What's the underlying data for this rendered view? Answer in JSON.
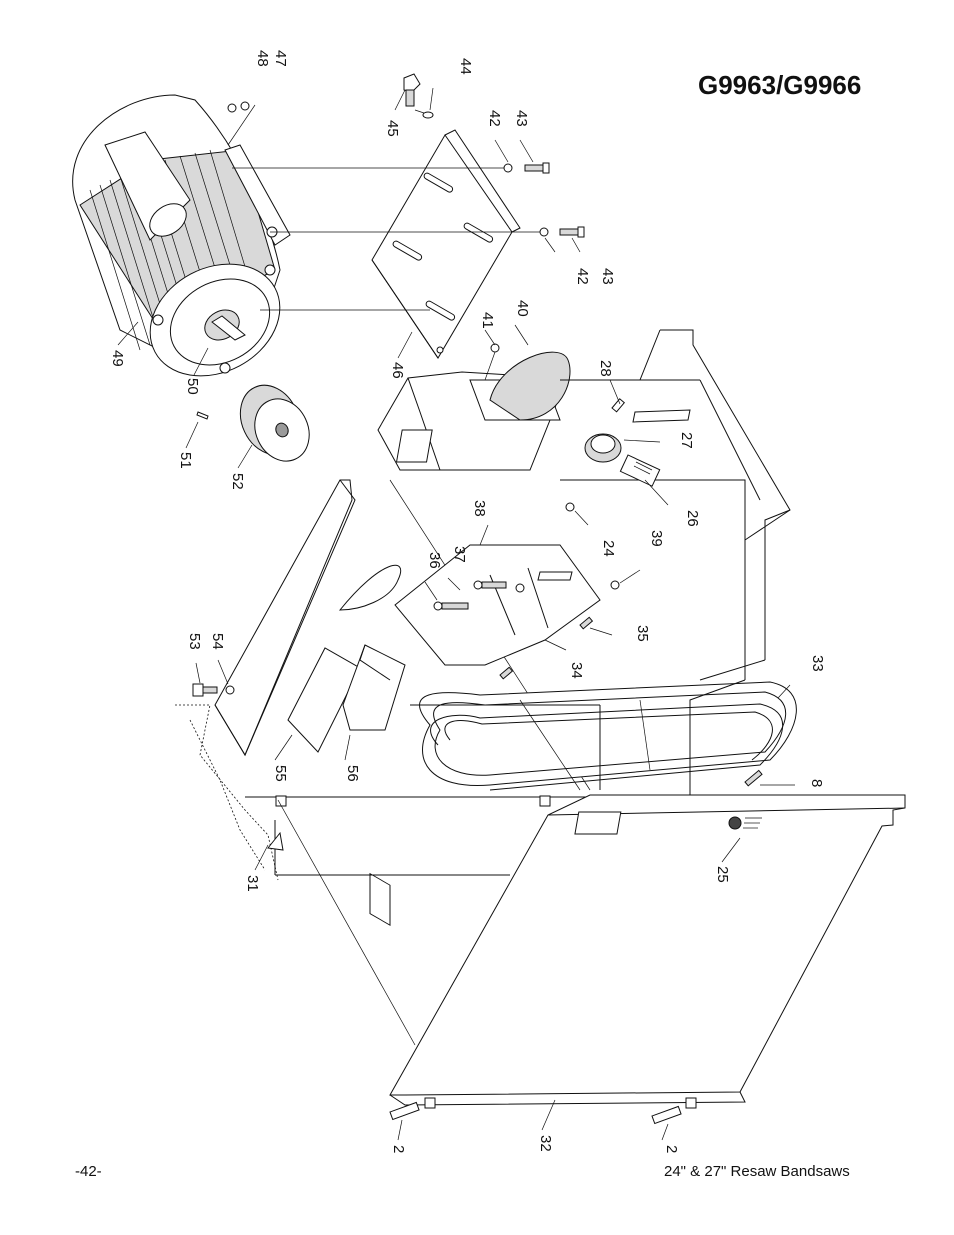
{
  "header": {
    "model": "G9963/G9966"
  },
  "footer": {
    "page_number": "-42-",
    "manual_title": "24\" & 27\" Resaw Bandsaws"
  },
  "callouts": {
    "c48": "48",
    "c47": "47",
    "c44": "44",
    "c45": "45",
    "c42a": "42",
    "c43a": "43",
    "c42b": "42",
    "c43b": "43",
    "c41": "41",
    "c40": "40",
    "c46": "46",
    "c49": "49",
    "c50": "50",
    "c51": "51",
    "c52": "52",
    "c28": "28",
    "c27": "27",
    "c26": "26",
    "c24": "24",
    "c39": "39",
    "c38": "38",
    "c37": "37",
    "c36": "36",
    "c35": "35",
    "c34": "34",
    "c53": "53",
    "c54": "54",
    "c33": "33",
    "c55": "55",
    "c56": "56",
    "c8": "8",
    "c25": "25",
    "c31": "31",
    "c2a": "2",
    "c32": "32",
    "c2b": "2"
  }
}
